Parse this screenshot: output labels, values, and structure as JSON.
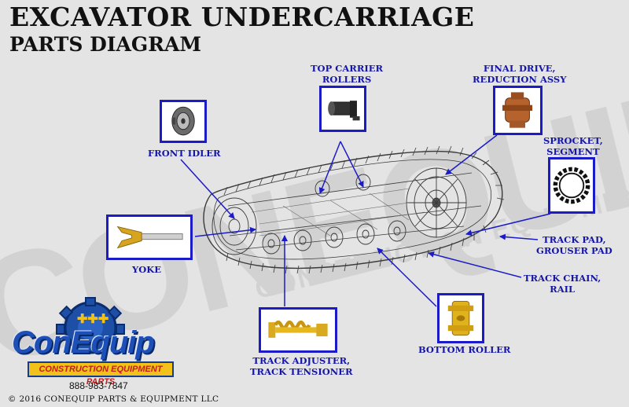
{
  "title": {
    "line1": "EXCAVATOR UNDERCARRIAGE",
    "line2": "PARTS DIAGRAM"
  },
  "watermark": {
    "big": "CONEQUIP",
    "sub": "CONSTRUCTION EQUIPMENT PARTS"
  },
  "labels": {
    "front_idler": "FRONT IDLER",
    "top_carrier_1": "TOP CARRIER",
    "top_carrier_2": "ROLLERS",
    "final_drive_1": "FINAL DRIVE,",
    "final_drive_2": "REDUCTION ASSY",
    "sprocket_1": "SPROCKET,",
    "sprocket_2": "SEGMENT",
    "yoke": "YOKE",
    "track_pad_1": "TRACK PAD,",
    "track_pad_2": "GROUSER PAD",
    "track_chain_1": "TRACK CHAIN,",
    "track_chain_2": "RAIL",
    "bottom_roller": "BOTTOM ROLLER",
    "track_adjuster_1": "TRACK ADJUSTER,",
    "track_adjuster_2": "TRACK TENSIONER"
  },
  "logo": {
    "wordmark": "ConEquip",
    "tagline": "CONSTRUCTION EQUIPMENT PARTS",
    "phone": "888-983-7847"
  },
  "copyright": "© 2016 CONEQUIP PARTS & EQUIPMENT LLC",
  "colors": {
    "label_blue": "#1515a8",
    "box_border": "#1b1bc8",
    "part_yellow": "#e6b820",
    "part_copper": "#b5622c"
  }
}
